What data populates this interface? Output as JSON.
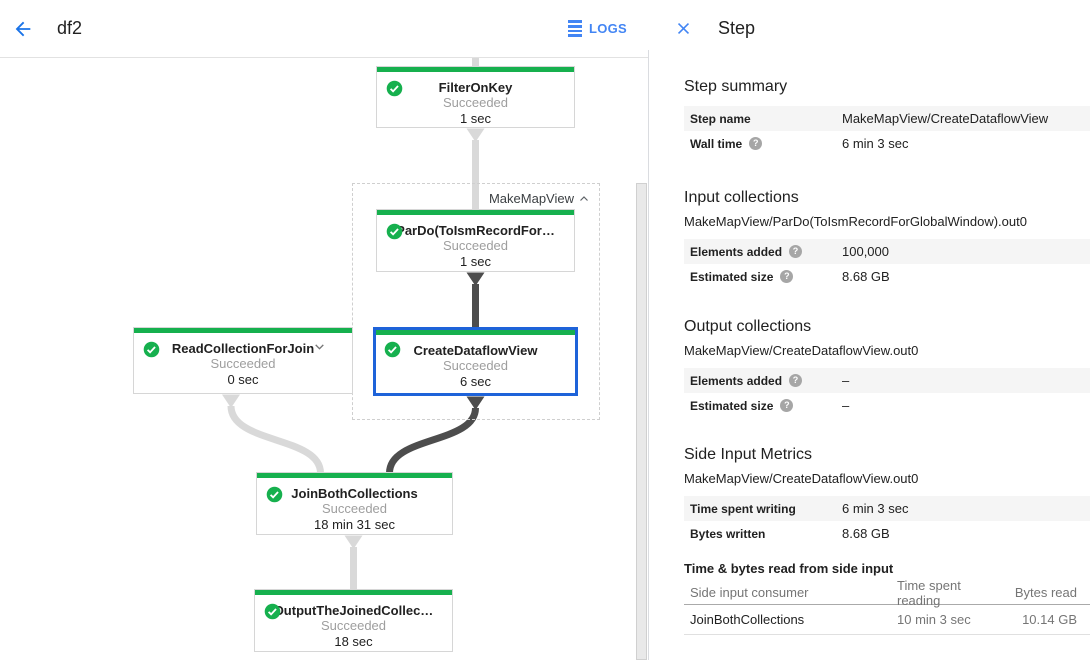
{
  "header": {
    "title": "df2",
    "logs_label": "LOGS"
  },
  "panel": {
    "title": "Step",
    "sections": {
      "summary": {
        "heading": "Step summary",
        "rows": [
          {
            "label": "Step name",
            "value": "MakeMapView/CreateDataflowView"
          },
          {
            "label": "Wall time",
            "value": "6 min 3 sec"
          }
        ]
      },
      "input": {
        "heading": "Input collections",
        "subtitle": "MakeMapView/ParDo(ToIsmRecordForGlobalWindow).out0",
        "rows": [
          {
            "label": "Elements added",
            "value": "100,000"
          },
          {
            "label": "Estimated size",
            "value": "8.68 GB"
          }
        ]
      },
      "output": {
        "heading": "Output collections",
        "subtitle": "MakeMapView/CreateDataflowView.out0",
        "rows": [
          {
            "label": "Elements added",
            "value": "–"
          },
          {
            "label": "Estimated size",
            "value": "–"
          }
        ]
      },
      "side": {
        "heading": "Side Input Metrics",
        "subtitle": "MakeMapView/CreateDataflowView.out0",
        "rows": [
          {
            "label": "Time spent writing",
            "value": "6 min 3 sec"
          },
          {
            "label": "Bytes written",
            "value": "8.68 GB"
          }
        ]
      },
      "side_table": {
        "heading": "Time & bytes read from side input",
        "columns": [
          "Side input consumer",
          "Time spent reading",
          "Bytes read"
        ],
        "rows": [
          {
            "consumer": "JoinBothCollections",
            "time": "10 min 3 sec",
            "bytes": "10.14 GB"
          }
        ]
      }
    }
  },
  "graph": {
    "group_label": "MakeMapView",
    "nodes": [
      {
        "title": "FilterOnKey",
        "status": "Succeeded",
        "time": "1 sec"
      },
      {
        "title": "ParDo(ToIsmRecordFor…",
        "status": "Succeeded",
        "time": "1 sec"
      },
      {
        "title": "CreateDataflowView",
        "status": "Succeeded",
        "time": "6 sec",
        "selected": true
      },
      {
        "title": "ReadCollectionForJoin",
        "status": "Succeeded",
        "time": "0 sec"
      },
      {
        "title": "JoinBothCollections",
        "status": "Succeeded",
        "time": "18 min 31 sec"
      },
      {
        "title": "OutputTheJoinedCollec…",
        "status": "Succeeded",
        "time": "18 sec"
      }
    ]
  },
  "colors": {
    "accent_blue": "#4285f4",
    "back_arrow_blue": "#1a73e8",
    "node_green": "#16b04e",
    "selected_border_blue": "#1e63d9",
    "status_gray": "#9e9e9e",
    "edge_light": "#d9d9d9",
    "edge_dark": "#4d4d4d"
  }
}
